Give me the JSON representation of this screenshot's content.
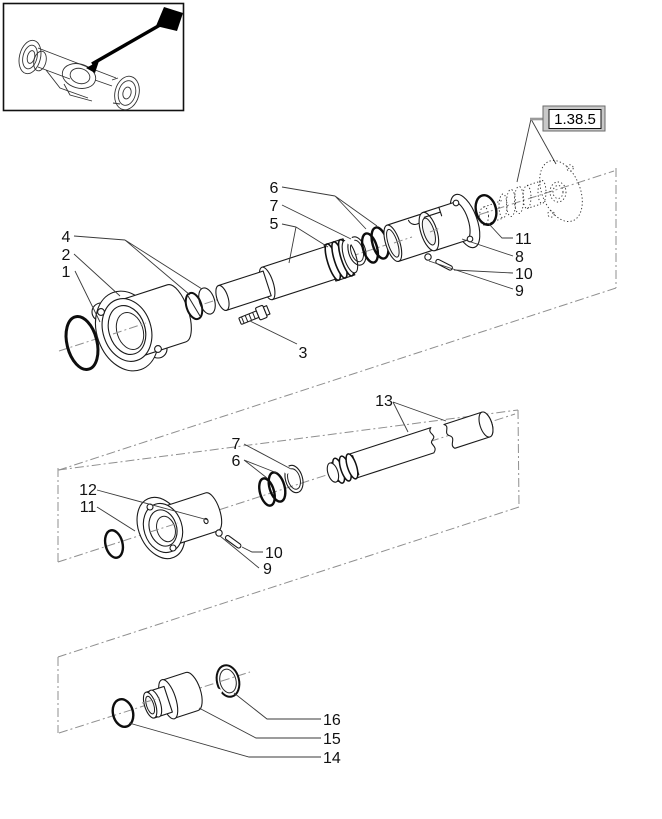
{
  "section_ref": "1.38.5",
  "callouts": {
    "top": {
      "n1": "1",
      "n2": "2",
      "n3": "3",
      "n4": "4",
      "n5": "5",
      "n6": "6",
      "n7": "7",
      "n8": "8",
      "n9": "9",
      "n10": "10",
      "n11": "11"
    },
    "middle": {
      "n6": "6",
      "n7": "7",
      "n9": "9",
      "n10": "10",
      "n11": "11",
      "n12": "12",
      "n13": "13"
    },
    "bottom": {
      "n14": "14",
      "n15": "15",
      "n16": "16"
    }
  },
  "colors": {
    "background": "#ffffff",
    "line": "#1a1a1a",
    "border_dash": "#8f8f8f",
    "leader": "#3a3a3a",
    "ref_box_bg": "#c8c8c8",
    "ref_box_inner": "#ffffff"
  }
}
